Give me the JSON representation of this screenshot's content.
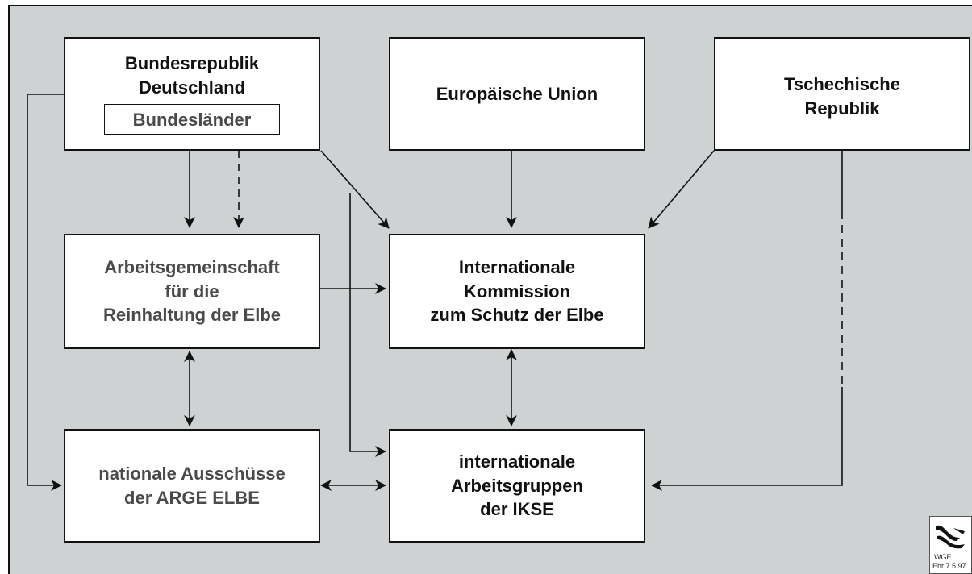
{
  "boxes": {
    "bund": {
      "lines": [
        "Bundesrepublik",
        "Deutschland"
      ],
      "sub": "Bundesländer"
    },
    "eu": {
      "lines": [
        "Europäische Union"
      ]
    },
    "cz": {
      "lines": [
        "Tschechische",
        "Republik"
      ]
    },
    "arge": {
      "lines": [
        "Arbeitsgemeinschaft",
        "für die",
        "Reinhaltung der Elbe"
      ]
    },
    "ikse": {
      "lines": [
        "Internationale",
        "Kommission",
        "zum Schutz der Elbe"
      ]
    },
    "nat": {
      "lines": [
        "nationale Ausschüsse",
        "der ARGE ELBE"
      ]
    },
    "ag": {
      "lines": [
        "internationale",
        "Arbeitsgruppen",
        "der IKSE"
      ]
    }
  },
  "logo": {
    "line1": "WGE",
    "line2": "Ehr 7.5.97"
  }
}
